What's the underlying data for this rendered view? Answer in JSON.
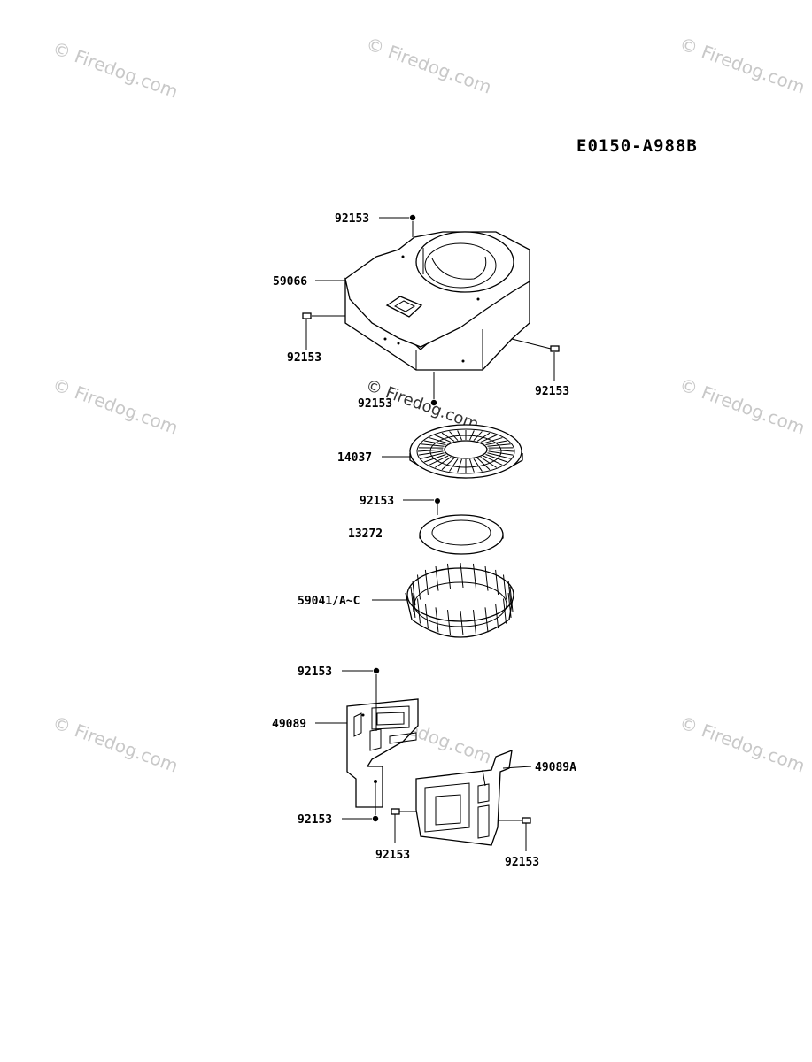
{
  "diagram_code": "E0150-A988B",
  "watermark_text": "© Firedog.com",
  "labels": {
    "screw_a": "92153",
    "housing": "59066",
    "screw_b": "92153",
    "screw_c": "92153",
    "screw_d": "92153",
    "screen": "14037",
    "screw_e": "92153",
    "plate": "13272",
    "fan": "59041/A~C",
    "screw_f": "92153",
    "cover_left": "49089",
    "screw_g": "92153",
    "cover_right": "49089A",
    "screw_h": "92153",
    "screw_i": "92153"
  }
}
